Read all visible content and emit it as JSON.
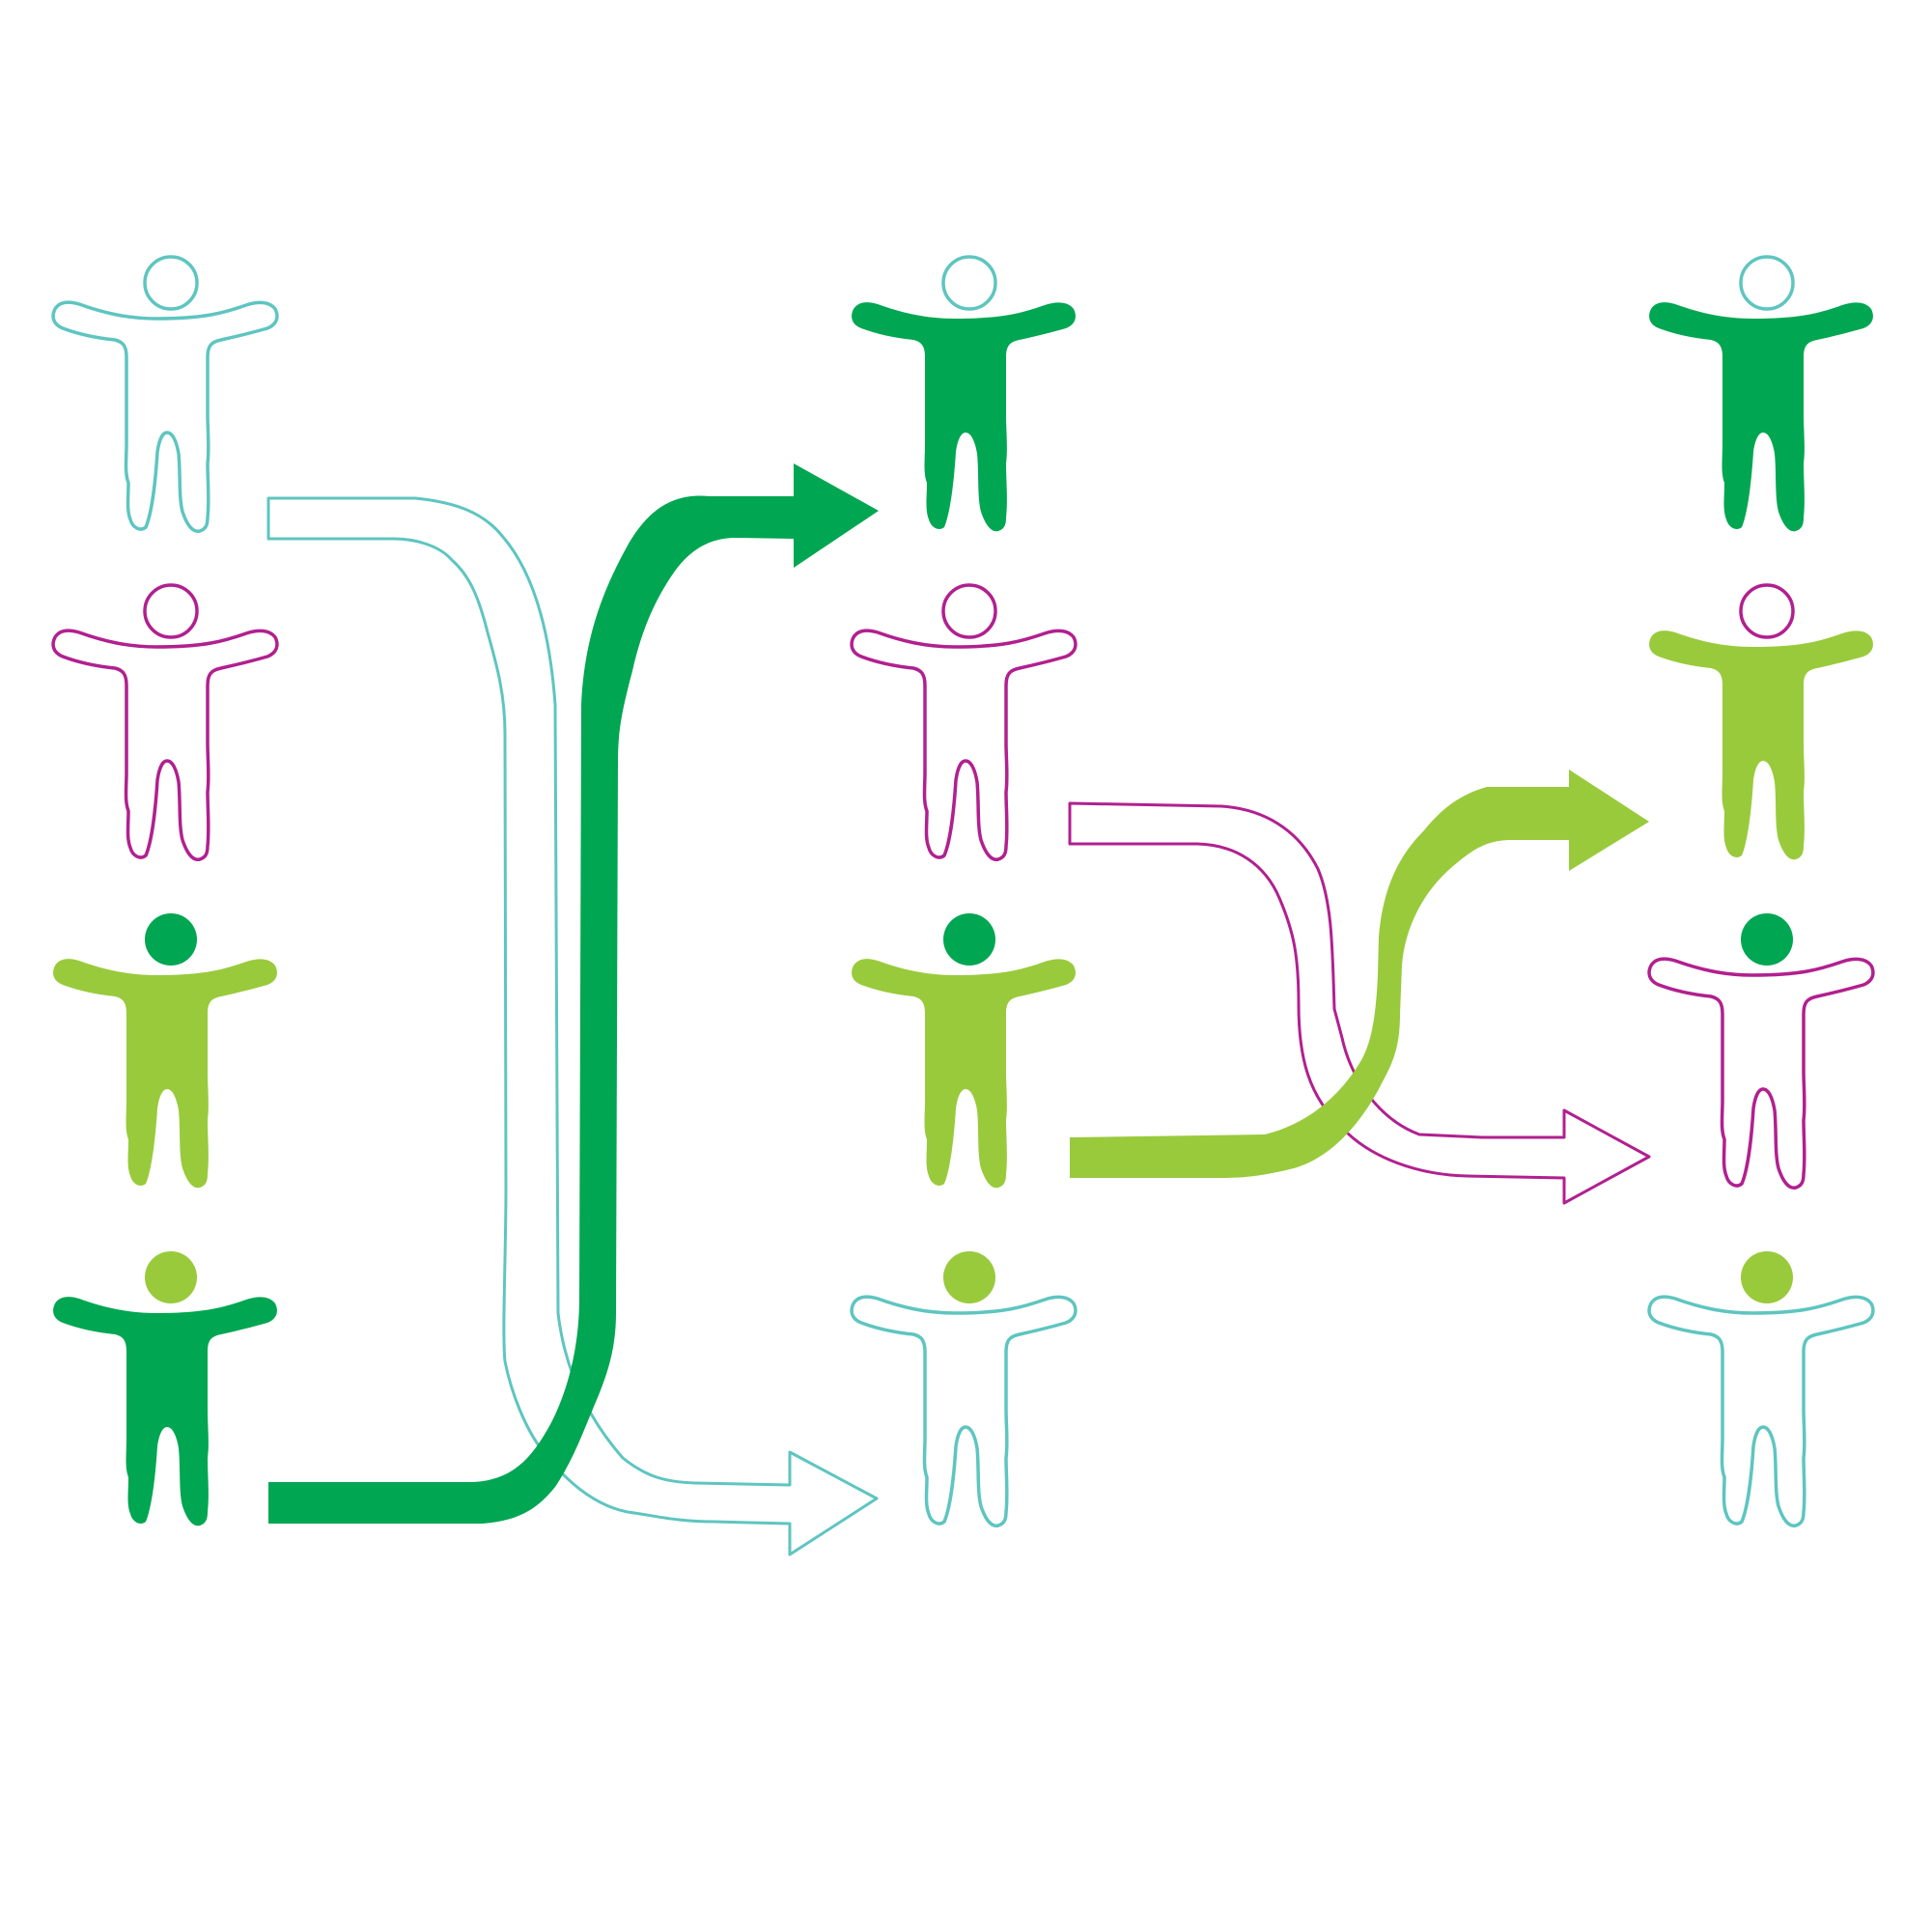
{
  "colors": {
    "teal": "#5ec5c0",
    "magenta": "#b1208f",
    "dark_green": "#00a651",
    "light_green": "#99ca3c",
    "background": "#ffffff"
  },
  "figures": [
    {
      "column": 1,
      "row": 1,
      "head": "outline",
      "body": "outline",
      "head_color": "teal",
      "body_color": "teal"
    },
    {
      "column": 1,
      "row": 2,
      "head": "outline",
      "body": "outline",
      "head_color": "magenta",
      "body_color": "magenta"
    },
    {
      "column": 1,
      "row": 3,
      "head": "filled",
      "body": "filled",
      "head_color": "dark_green",
      "body_color": "light_green"
    },
    {
      "column": 1,
      "row": 4,
      "head": "filled",
      "body": "filled",
      "head_color": "light_green",
      "body_color": "dark_green"
    },
    {
      "column": 2,
      "row": 1,
      "head": "outline",
      "body": "filled",
      "head_color": "teal",
      "body_color": "dark_green"
    },
    {
      "column": 2,
      "row": 2,
      "head": "outline",
      "body": "outline",
      "head_color": "magenta",
      "body_color": "magenta"
    },
    {
      "column": 2,
      "row": 3,
      "head": "filled",
      "body": "filled",
      "head_color": "dark_green",
      "body_color": "light_green"
    },
    {
      "column": 2,
      "row": 4,
      "head": "filled",
      "body": "outline",
      "head_color": "light_green",
      "body_color": "teal"
    },
    {
      "column": 3,
      "row": 1,
      "head": "outline",
      "body": "filled",
      "head_color": "teal",
      "body_color": "dark_green"
    },
    {
      "column": 3,
      "row": 2,
      "head": "outline",
      "body": "filled",
      "head_color": "magenta",
      "body_color": "light_green"
    },
    {
      "column": 3,
      "row": 3,
      "head": "filled",
      "body": "outline",
      "head_color": "dark_green",
      "body_color": "magenta"
    },
    {
      "column": 3,
      "row": 4,
      "head": "filled",
      "body": "outline",
      "head_color": "light_green",
      "body_color": "teal"
    }
  ],
  "arrows": [
    {
      "id": "teal-body-down",
      "style": "outline",
      "color": "teal",
      "from": {
        "column": 1,
        "row": 1
      },
      "to": {
        "column": 2,
        "row": 4
      }
    },
    {
      "id": "dark-green-body-up",
      "style": "filled",
      "color": "dark_green",
      "from": {
        "column": 1,
        "row": 4
      },
      "to": {
        "column": 2,
        "row": 1
      }
    },
    {
      "id": "magenta-body-down",
      "style": "outline",
      "color": "magenta",
      "from": {
        "column": 2,
        "row": 2
      },
      "to": {
        "column": 3,
        "row": 3
      }
    },
    {
      "id": "light-green-body-up",
      "style": "filled",
      "color": "light_green",
      "from": {
        "column": 2,
        "row": 3
      },
      "to": {
        "column": 3,
        "row": 2
      }
    }
  ]
}
